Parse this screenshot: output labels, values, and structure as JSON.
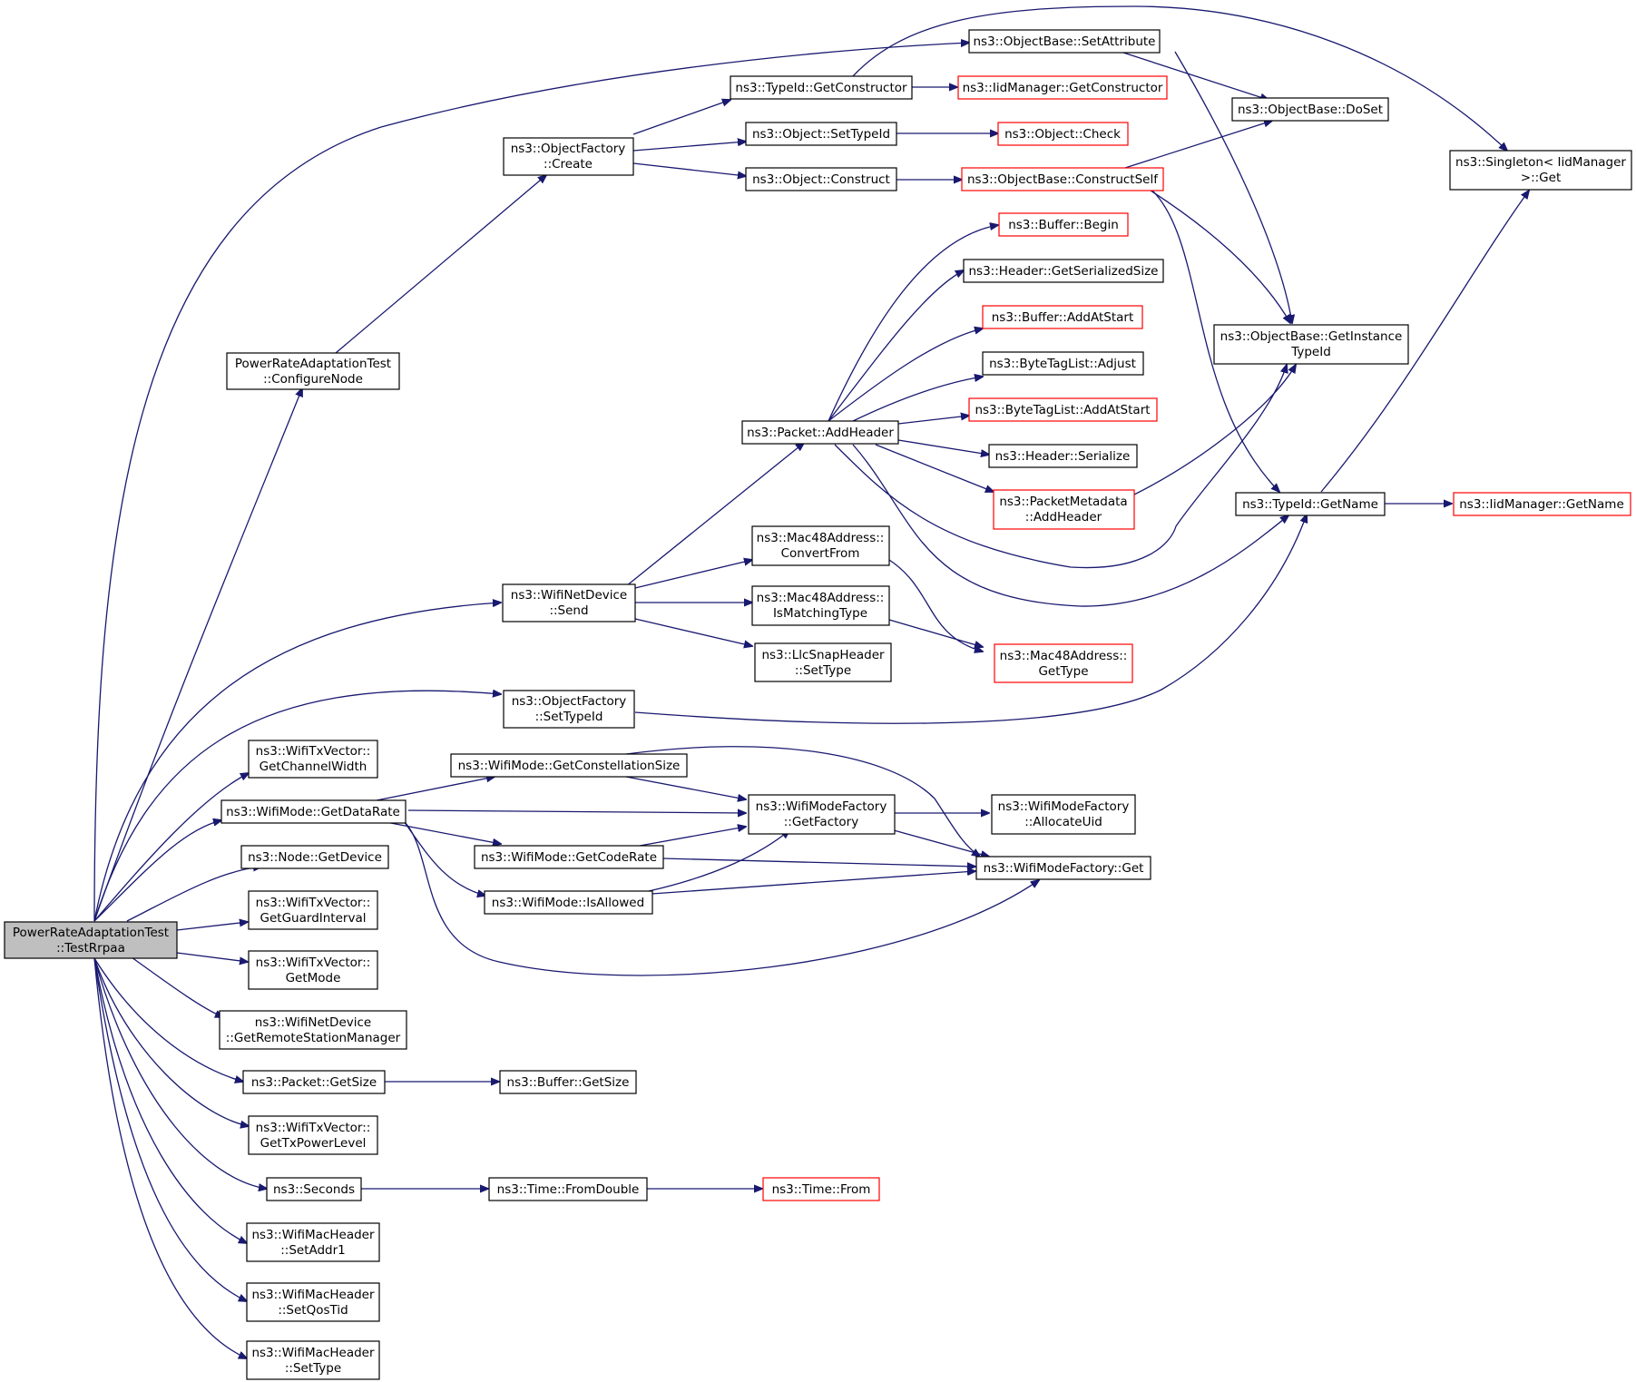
{
  "graph": {
    "root": {
      "line1": "PowerRateAdaptationTest",
      "line2": "::TestRrpaa"
    },
    "nodes": {
      "configure_node": {
        "line1": "PowerRateAdaptationTest",
        "line2": "::ConfigureNode"
      },
      "object_factory_create": {
        "line1": "ns3::ObjectFactory",
        "line2": "::Create"
      },
      "typeid_get_constructor": {
        "line1": "ns3::TypeId::GetConstructor"
      },
      "iid_manager_get_constructor": {
        "line1": "ns3::IidManager::GetConstructor"
      },
      "object_base_set_attribute": {
        "line1": "ns3::ObjectBase::SetAttribute"
      },
      "object_base_do_set": {
        "line1": "ns3::ObjectBase::DoSet"
      },
      "singleton_iidmanager_get": {
        "line1": "ns3::Singleton< IidManager",
        "line2": ">::Get"
      },
      "object_set_type_id": {
        "line1": "ns3::Object::SetTypeId"
      },
      "object_check": {
        "line1": "ns3::Object::Check"
      },
      "object_construct": {
        "line1": "ns3::Object::Construct"
      },
      "object_base_construct_self": {
        "line1": "ns3::ObjectBase::ConstructSelf"
      },
      "buffer_begin": {
        "line1": "ns3::Buffer::Begin"
      },
      "header_get_serialized_size": {
        "line1": "ns3::Header::GetSerializedSize"
      },
      "buffer_add_at_start": {
        "line1": "ns3::Buffer::AddAtStart"
      },
      "byte_tag_list_adjust": {
        "line1": "ns3::ByteTagList::Adjust"
      },
      "byte_tag_list_add_at_start": {
        "line1": "ns3::ByteTagList::AddAtStart"
      },
      "header_serialize": {
        "line1": "ns3::Header::Serialize"
      },
      "packet_metadata_add_header": {
        "line1": "ns3::PacketMetadata",
        "line2": "::AddHeader"
      },
      "object_base_get_instance_typeid": {
        "line1": "ns3::ObjectBase::GetInstance",
        "line2": "TypeId"
      },
      "typeid_get_name": {
        "line1": "ns3::TypeId::GetName"
      },
      "iid_manager_get_name": {
        "line1": "ns3::IidManager::GetName"
      },
      "packet_add_header": {
        "line1": "ns3::Packet::AddHeader"
      },
      "mac48_convert_from": {
        "line1": "ns3::Mac48Address::",
        "line2": "ConvertFrom"
      },
      "mac48_is_matching_type": {
        "line1": "ns3::Mac48Address::",
        "line2": "IsMatchingType"
      },
      "llc_snap_set_type": {
        "line1": "ns3::LlcSnapHeader",
        "line2": "::SetType"
      },
      "mac48_get_type": {
        "line1": "ns3::Mac48Address::",
        "line2": "GetType"
      },
      "wifi_net_device_send": {
        "line1": "ns3::WifiNetDevice",
        "line2": "::Send"
      },
      "object_factory_set_type_id": {
        "line1": "ns3::ObjectFactory",
        "line2": "::SetTypeId"
      },
      "wifi_tx_vector_get_channel_width": {
        "line1": "ns3::WifiTxVector::",
        "line2": "GetChannelWidth"
      },
      "wifi_mode_get_constellation_size": {
        "line1": "ns3::WifiMode::GetConstellationSize"
      },
      "wifi_mode_get_data_rate": {
        "line1": "ns3::WifiMode::GetDataRate"
      },
      "wifi_mode_factory_get_factory": {
        "line1": "ns3::WifiModeFactory",
        "line2": "::GetFactory"
      },
      "wifi_mode_factory_allocate_uid": {
        "line1": "ns3::WifiModeFactory",
        "line2": "::AllocateUid"
      },
      "wifi_mode_get_code_rate": {
        "line1": "ns3::WifiMode::GetCodeRate"
      },
      "wifi_mode_factory_get": {
        "line1": "ns3::WifiModeFactory::Get"
      },
      "node_get_device": {
        "line1": "ns3::Node::GetDevice"
      },
      "wifi_mode_is_allowed": {
        "line1": "ns3::WifiMode::IsAllowed"
      },
      "wifi_tx_vector_get_guard_interval": {
        "line1": "ns3::WifiTxVector::",
        "line2": "GetGuardInterval"
      },
      "wifi_tx_vector_get_mode": {
        "line1": "ns3::WifiTxVector::",
        "line2": "GetMode"
      },
      "wifi_net_device_get_remote_station_manager": {
        "line1": "ns3::WifiNetDevice",
        "line2": "::GetRemoteStationManager"
      },
      "packet_get_size": {
        "line1": "ns3::Packet::GetSize"
      },
      "buffer_get_size": {
        "line1": "ns3::Buffer::GetSize"
      },
      "wifi_tx_vector_get_tx_power_level": {
        "line1": "ns3::WifiTxVector::",
        "line2": "GetTxPowerLevel"
      },
      "seconds": {
        "line1": "ns3::Seconds"
      },
      "time_from_double": {
        "line1": "ns3::Time::FromDouble"
      },
      "time_from": {
        "line1": "ns3::Time::From"
      },
      "wifi_mac_header_set_addr1": {
        "line1": "ns3::WifiMacHeader",
        "line2": "::SetAddr1"
      },
      "wifi_mac_header_set_qos_tid": {
        "line1": "ns3::WifiMacHeader",
        "line2": "::SetQosTid"
      },
      "wifi_mac_header_set_type": {
        "line1": "ns3::WifiMacHeader",
        "line2": "::SetType"
      }
    },
    "colors": {
      "edge": "#191970",
      "node_border": "#000000",
      "truncated_node_border": "#ff0000",
      "root_fill": "#bfbfbf"
    }
  }
}
